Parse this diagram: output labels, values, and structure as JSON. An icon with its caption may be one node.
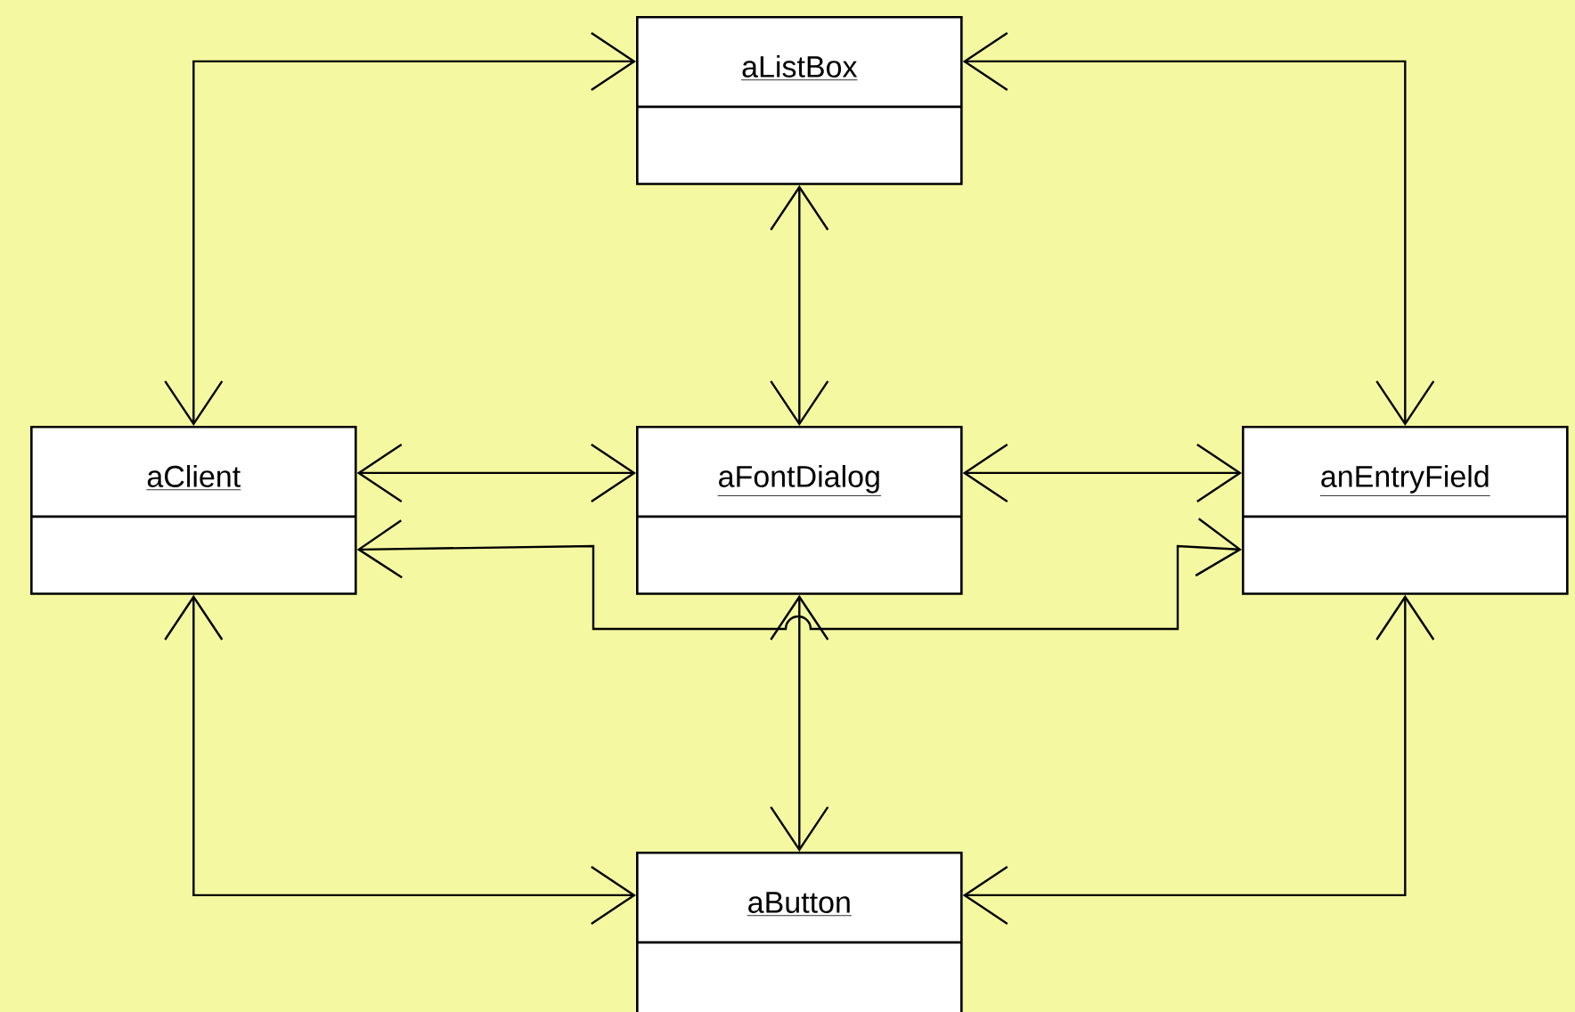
{
  "diagram": {
    "nodes": [
      {
        "text": [
          "aListBox"
        ]
      },
      {
        "text": [
          "aClient"
        ]
      },
      {
        "text": [
          "aFontDialog"
        ]
      },
      {
        "text": [
          "anEntryField"
        ]
      },
      {
        "text": [
          "aButton"
        ]
      }
    ],
    "edges": [
      {
        "from": 0,
        "to": 1,
        "arrow": "both"
      },
      {
        "from": 0,
        "to": 2,
        "arrow": "both"
      },
      {
        "from": 0,
        "to": 3,
        "arrow": "both"
      },
      {
        "from": 1,
        "to": 2,
        "arrow": "both"
      },
      {
        "from": 2,
        "to": 3,
        "arrow": "both"
      },
      {
        "from": 1,
        "to": 3,
        "arrow": "both"
      },
      {
        "from": 2,
        "to": 4,
        "arrow": "both"
      },
      {
        "from": 1,
        "to": 4,
        "arrow": "both"
      },
      {
        "from": 3,
        "to": 4,
        "arrow": "both"
      }
    ]
  }
}
